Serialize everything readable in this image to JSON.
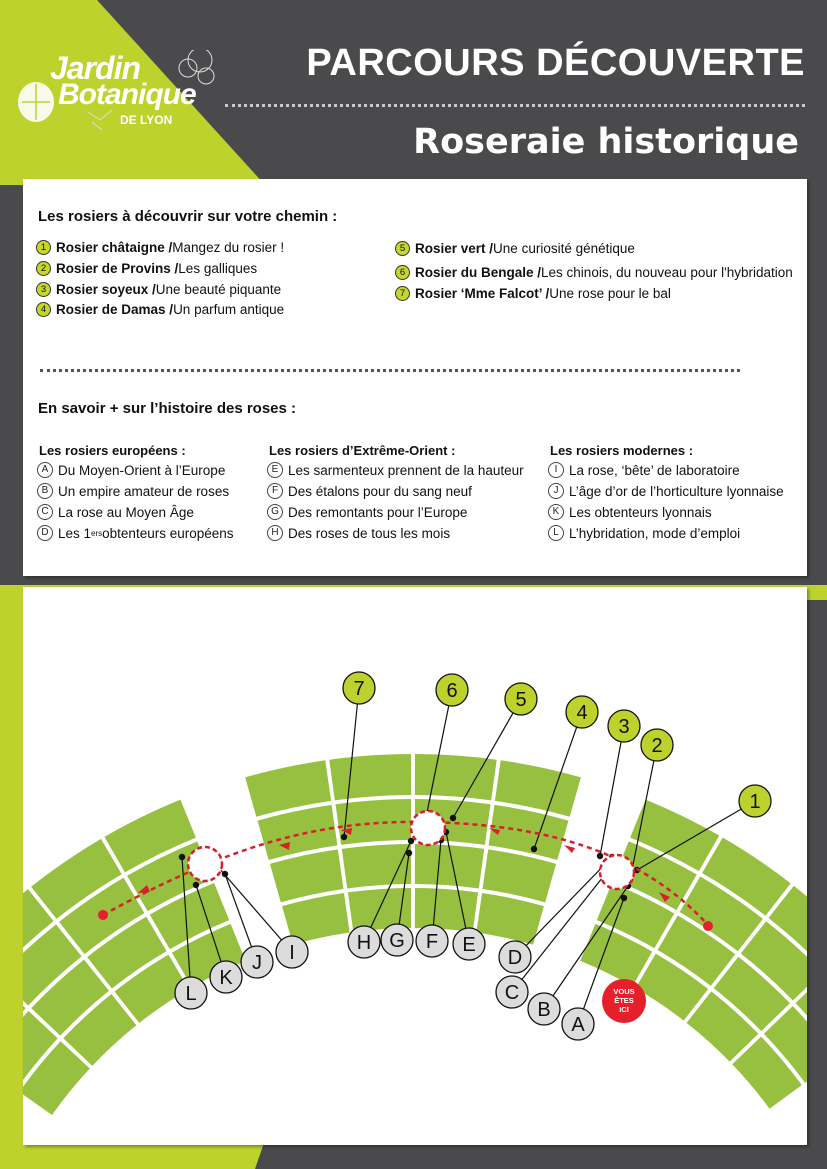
{
  "header": {
    "logo": {
      "line1": "Jardin",
      "line2": "Botanique",
      "line3": "DE LYON"
    },
    "title": "PARCOURS DÉCOUVERTE",
    "subtitle": "Roseraie historique"
  },
  "roses": {
    "heading": "Les rosiers à découvrir sur votre chemin :",
    "items": [
      {
        "num": "1",
        "name": "Rosier châtaigne /",
        "desc": " Mangez du rosier !"
      },
      {
        "num": "2",
        "name": "Rosier de Provins /",
        "desc": " Les galliques"
      },
      {
        "num": "3",
        "name": "Rosier soyeux /",
        "desc": " Une beauté piquante"
      },
      {
        "num": "4",
        "name": "Rosier de Damas /",
        "desc": " Un parfum antique"
      },
      {
        "num": "5",
        "name": "Rosier vert /",
        "desc": " Une curiosité génétique"
      },
      {
        "num": "6",
        "name": "Rosier du Bengale /",
        "desc": " Les chinois, du nouveau pour l'hybridation"
      },
      {
        "num": "7",
        "name": "Rosier ‘Mme Falcot’ /",
        "desc": " Une rose pour le bal"
      }
    ]
  },
  "history": {
    "heading": "En savoir + sur l’histoire des roses :",
    "groups": [
      {
        "title": "Les rosiers européens :",
        "items": [
          {
            "letter": "A",
            "text": "Du Moyen-Orient à l’Europe"
          },
          {
            "letter": "B",
            "text": "Un empire amateur de roses"
          },
          {
            "letter": "C",
            "text": "La rose au Moyen Âge"
          },
          {
            "letter": "D",
            "text": "Les 1",
            "sup": "ers",
            "text2": " obtenteurs européens"
          }
        ]
      },
      {
        "title": "Les rosiers d’Extrême-Orient :",
        "items": [
          {
            "letter": "E",
            "text": "Les sarmenteux prennent de la hauteur"
          },
          {
            "letter": "F",
            "text": "Des étalons pour du sang neuf"
          },
          {
            "letter": "G",
            "text": "Des remontants pour l’Europe"
          },
          {
            "letter": "H",
            "text": "Des roses de tous les mois"
          }
        ]
      },
      {
        "title": "Les rosiers modernes :",
        "items": [
          {
            "letter": "I",
            "text": "La rose, ‘bête’ de laboratoire"
          },
          {
            "letter": "J",
            "text": "L’âge d’or de l’horticulture lyonnaise"
          },
          {
            "letter": "K",
            "text": "Les obtenteurs lyonnais"
          },
          {
            "letter": "L",
            "text": "L’hybridation, mode d’emploi"
          }
        ]
      }
    ]
  },
  "map": {
    "you_are_here": [
      "VOUS",
      "ÊTES",
      "ICI"
    ],
    "numbered_markers": [
      "1",
      "2",
      "3",
      "4",
      "5",
      "6",
      "7"
    ],
    "letter_markers": [
      "A",
      "B",
      "C",
      "D",
      "E",
      "F",
      "G",
      "H",
      "I",
      "J",
      "K",
      "L"
    ]
  },
  "colors": {
    "lime": "#bed22d",
    "dark_grey": "#4a4a4c",
    "bed_green": "#98c040",
    "path_red": "#d6202a"
  }
}
